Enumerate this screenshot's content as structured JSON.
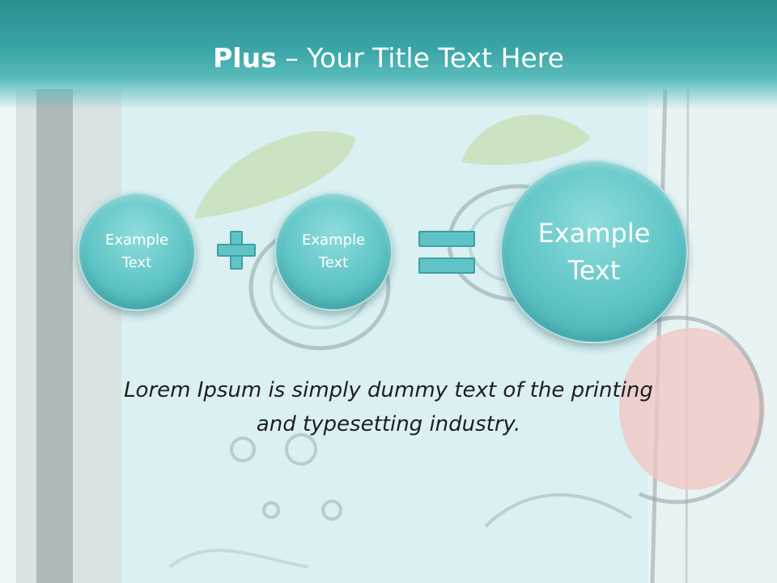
{
  "header": {
    "title_bold": "Plus",
    "title_rest": " – Your Title Text Here"
  },
  "circles": [
    {
      "line1": "Example",
      "line2": "Text"
    },
    {
      "line1": "Example",
      "line2": "Text"
    },
    {
      "line1": "Example",
      "line2": "Text"
    }
  ],
  "caption": {
    "line1": "Lorem Ipsum is simply dummy text of the printing",
    "line2": "and typesetting industry."
  },
  "colors": {
    "title_bar": "#3aa5a6",
    "circle_fill": "#5ec4c5",
    "background": "#eef7f7"
  }
}
